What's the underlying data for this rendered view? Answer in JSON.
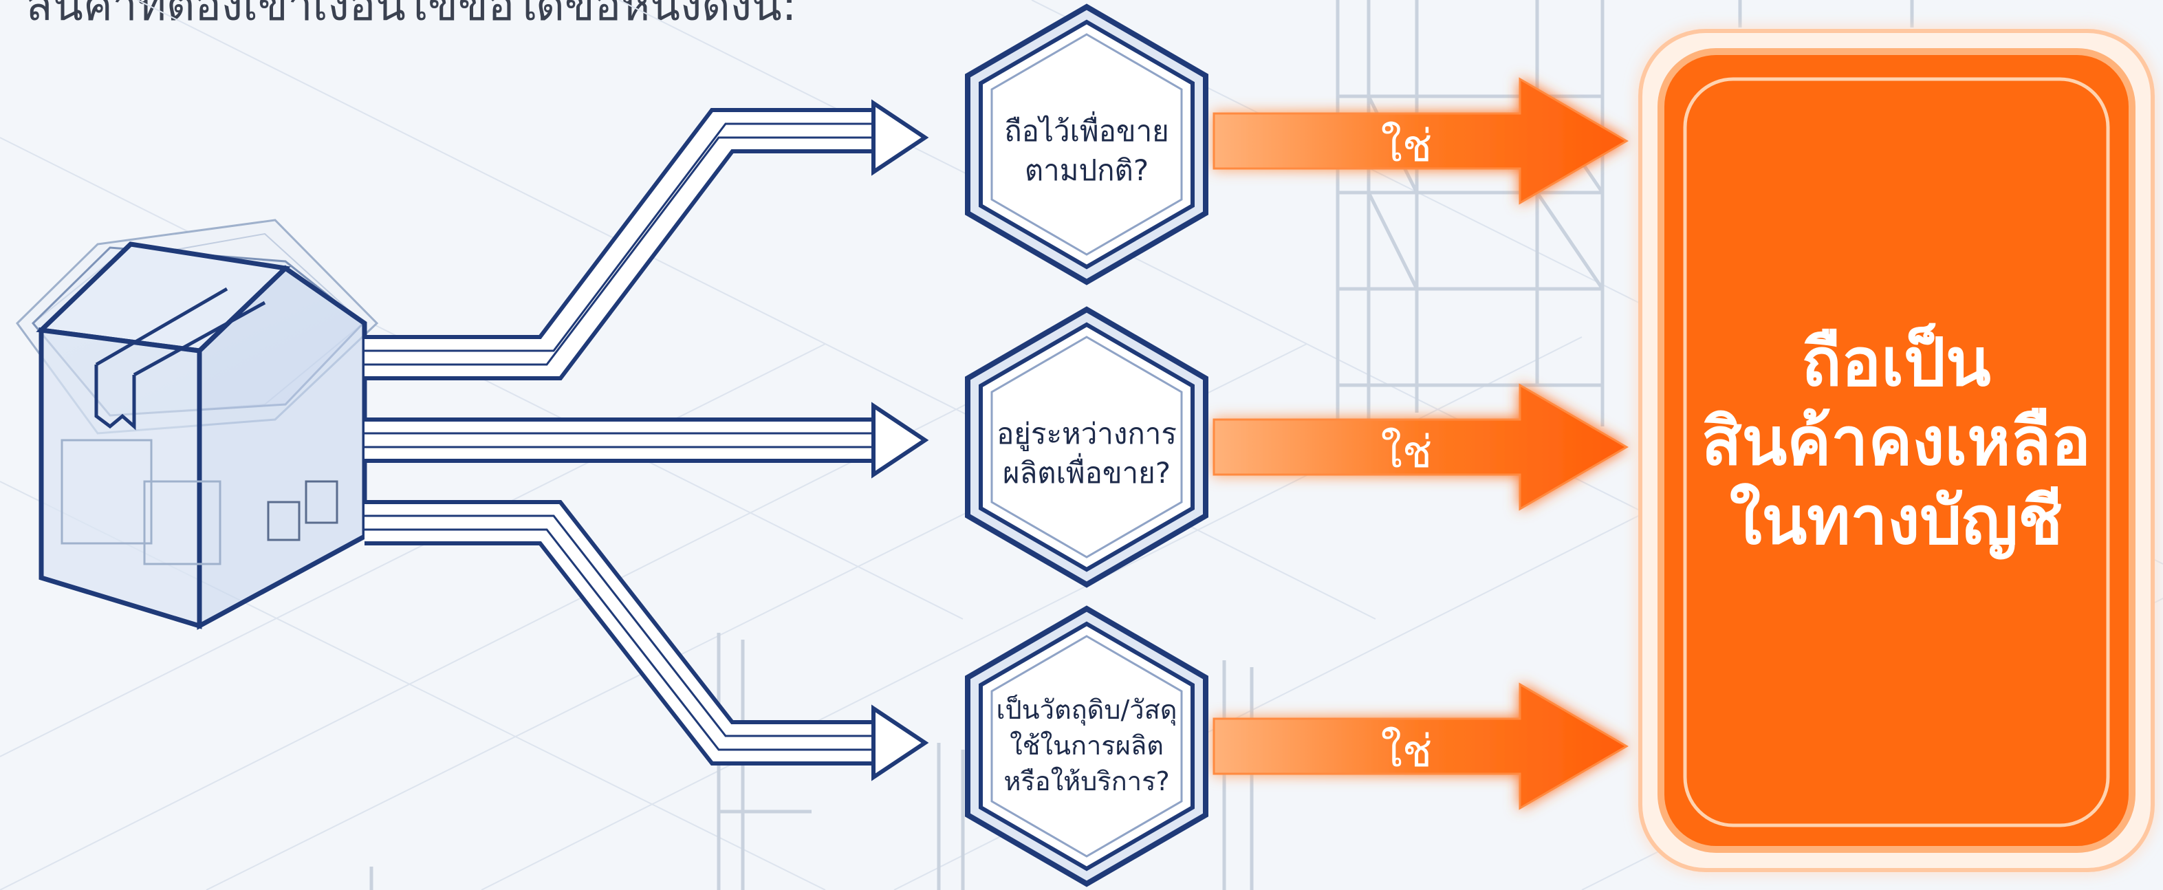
{
  "header": {
    "text": "สินค้าที่ต้องเข้าเงื่อนไขข้อใดข้อหนึ่งดังนี้:"
  },
  "questions": [
    {
      "lines": [
        "ถือไว้เพื่อขาย",
        "ตามปกติ?"
      ],
      "answer": "ใช่"
    },
    {
      "lines": [
        "อยู่ระหว่างการ",
        "ผลิตเพื่อขาย?"
      ],
      "answer": "ใช่"
    },
    {
      "lines": [
        "เป็นวัตถุดิบ/วัสดุ",
        "ใช้ในการผลิต",
        "หรือให้บริการ?"
      ],
      "answer": "ใช่"
    }
  ],
  "result": {
    "lines": [
      "ถือเป็น",
      "สินค้าคงเหลือ",
      "ในทางบัญชี"
    ]
  },
  "colors": {
    "background": "#f3f6fa",
    "navy": "#1f3a78",
    "orange": "#ff6a10",
    "orange_light": "#ffb070",
    "white": "#ffffff"
  },
  "icons": {
    "source": "package-box-icon",
    "decision": "hexagon-icon",
    "flow": "arrow-right-icon"
  }
}
